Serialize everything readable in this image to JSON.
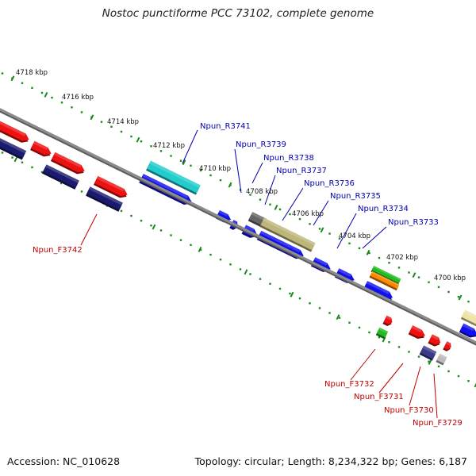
{
  "title": "Nostoc punctiforme PCC 73102, complete genome",
  "footer": {
    "accession": "Accession: NC_010628",
    "stats": "Topology: circular; Length: 8,234,322 bp; Genes: 6,187"
  },
  "colors": {
    "forward_label": "#c00000",
    "reverse_label": "#0000aa",
    "backbone": "#8c8c8c",
    "tick": "#1a8a1a"
  },
  "scale_ticks": [
    "4718 kbp",
    "4716 kbp",
    "4714 kbp",
    "4712 kbp",
    "4710 kbp",
    "4708 kbp",
    "4706 kbp",
    "4704 kbp",
    "4702 kbp",
    "4700 kbp"
  ],
  "reverse_genes": [
    "Npun_R3741",
    "Npun_R3739",
    "Npun_R3738",
    "Npun_R3737",
    "Npun_R3736",
    "Npun_R3735",
    "Npun_R3734",
    "Npun_R3733"
  ],
  "forward_genes": [
    "Npun_F3742",
    "Npun_F3732",
    "Npun_F3731",
    "Npun_F3730",
    "Npun_F3729"
  ]
}
